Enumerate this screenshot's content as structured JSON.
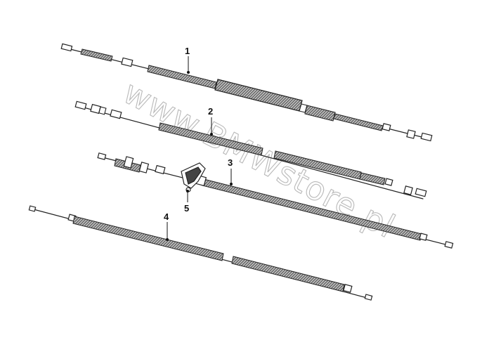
{
  "diagram": {
    "callouts": [
      {
        "id": "1",
        "label": "1"
      },
      {
        "id": "2",
        "label": "2"
      },
      {
        "id": "3",
        "label": "3"
      },
      {
        "id": "4",
        "label": "4"
      },
      {
        "id": "5",
        "label": "5"
      }
    ],
    "watermark": "www.BMWstore.pl"
  }
}
